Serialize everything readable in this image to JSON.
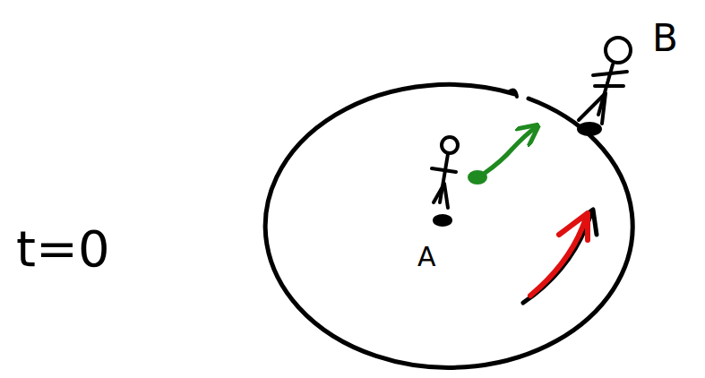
{
  "diagram": {
    "labels": [
      "t=0",
      "A",
      "B"
    ]
  }
}
